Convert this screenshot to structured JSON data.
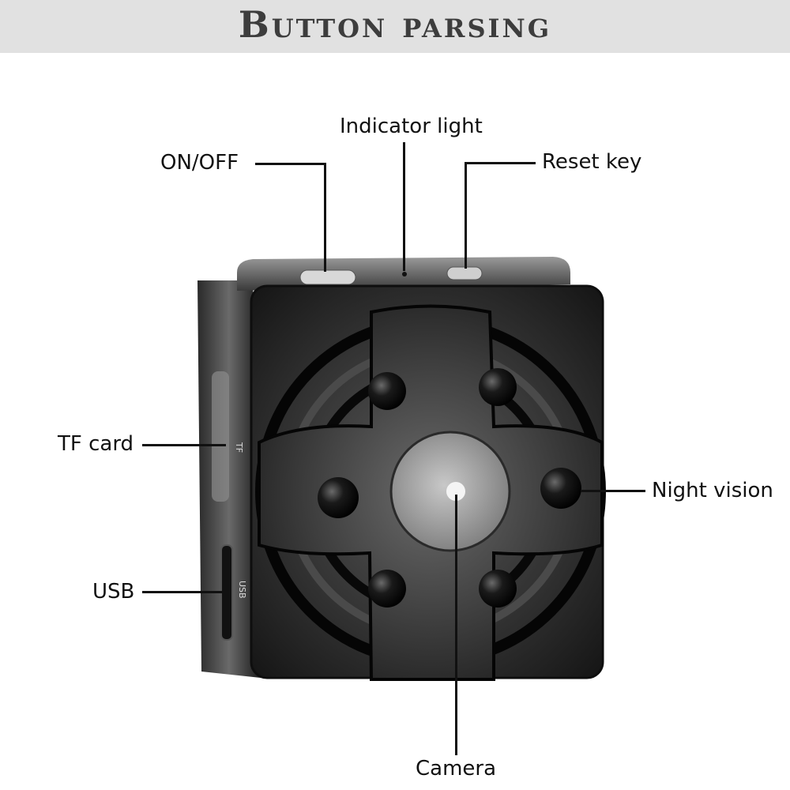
{
  "header": {
    "title": "Button parsing"
  },
  "callouts": {
    "indicator_light": "Indicator light",
    "on_off": "ON/OFF",
    "reset_key": "Reset key",
    "tf_card": "TF card",
    "night_vision": "Night vision",
    "usb": "USB",
    "camera": "Camera"
  },
  "device": {
    "side_tf_text": "TF",
    "side_usb_text": "USB"
  },
  "colors": {
    "header_bg": "#e1e1e1",
    "body": "#1a1a1a",
    "lens": "#9a9a9a"
  }
}
